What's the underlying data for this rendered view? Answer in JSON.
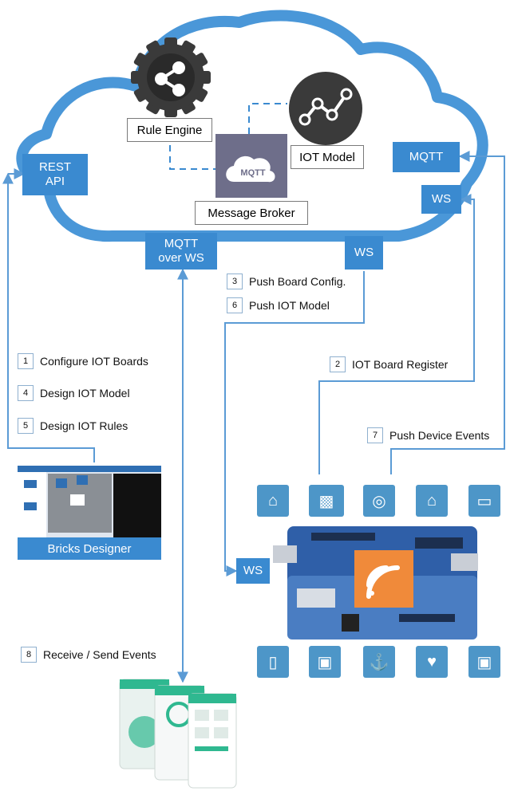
{
  "cloud": {
    "rule_engine": "Rule Engine",
    "iot_model": "IOT Model",
    "message_broker": "Message Broker",
    "mqtt_badge": "MQTT",
    "rest_api": "REST\nAPI",
    "mqtt_right": "MQTT",
    "ws_right": "WS",
    "mqtt_over_ws": "MQTT\nover WS",
    "ws_bottom": "WS"
  },
  "steps": [
    {
      "num": "1",
      "label": "Configure IOT Boards"
    },
    {
      "num": "4",
      "label": "Design IOT Model"
    },
    {
      "num": "5",
      "label": "Design IOT Rules"
    },
    {
      "num": "3",
      "label": "Push Board Config."
    },
    {
      "num": "6",
      "label": "Push IOT Model"
    },
    {
      "num": "2",
      "label": "IOT Board Register"
    },
    {
      "num": "7",
      "label": "Push Device Events"
    },
    {
      "num": "8",
      "label": "Receive / Send Events"
    }
  ],
  "designer": {
    "caption": "Bricks Designer"
  },
  "board": {
    "ws_label": "WS"
  },
  "devices_top": [
    "home-icon",
    "car-icon",
    "washer-icon",
    "smart-home-icon",
    "laptop-icon"
  ],
  "devices_bottom": [
    "fridge-icon",
    "cart-icon",
    "ship-icon",
    "heart-icon",
    "picture-icon"
  ],
  "colors": {
    "accent": "#3a8ad0",
    "cloud_border": "#4a97d8",
    "connector": "#5b9bd5",
    "board_orange": "#f08a3a"
  }
}
